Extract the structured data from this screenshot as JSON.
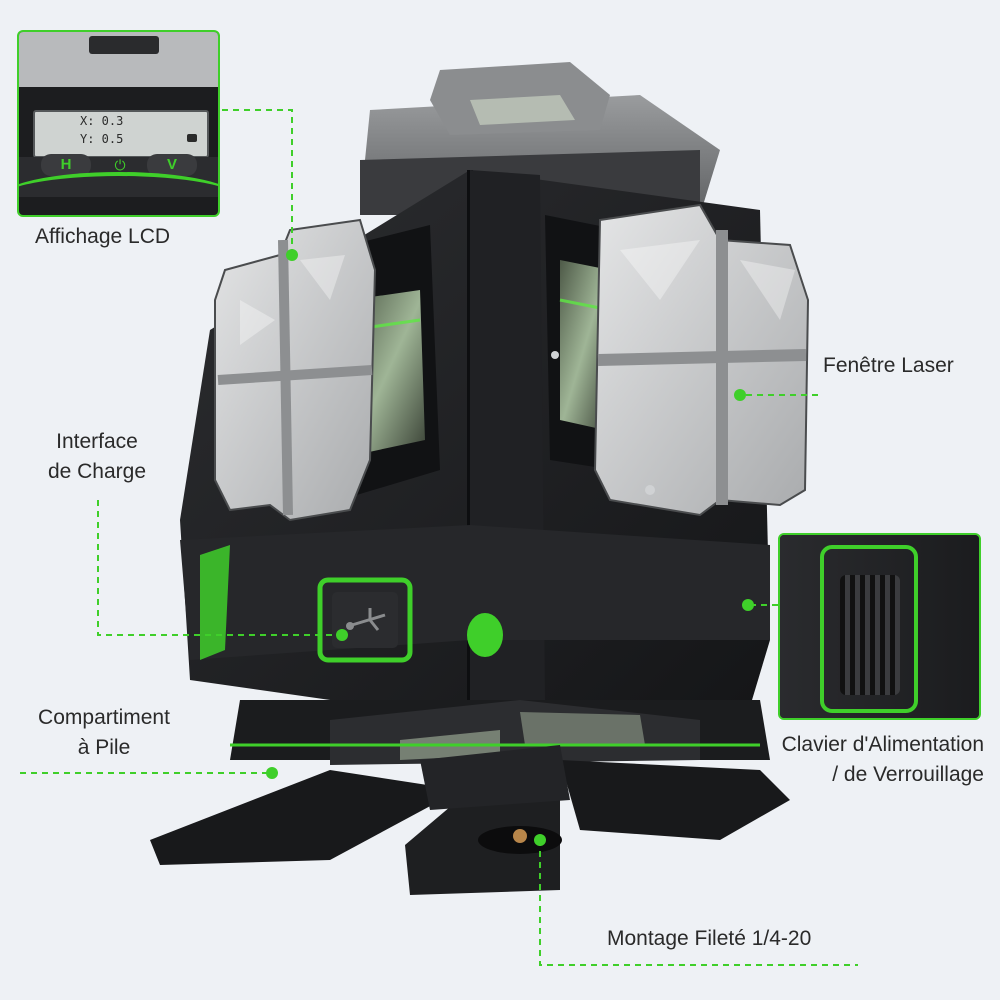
{
  "colors": {
    "accent": "#3fcf2a",
    "background": "#eef1f5",
    "body": "#1f2022",
    "panel": "#c9cbcc"
  },
  "labels": {
    "lcd": "Affichage LCD",
    "laser_window": "Fenêtre Laser",
    "charge_interface": "Interface\nde Charge",
    "battery": "Compartiment\nà Pile",
    "power_lock": "Clavier d'Alimentation\n/ de Verrouillage",
    "mount": "Montage Fileté 1/4-20"
  },
  "lcd_screen": {
    "row1": "X: 0.3",
    "row2": "Y: 0.5",
    "key_left": "H",
    "key_right": "V"
  },
  "icons": [
    "usb-icon",
    "power-lock-icon",
    "lock-icon"
  ]
}
